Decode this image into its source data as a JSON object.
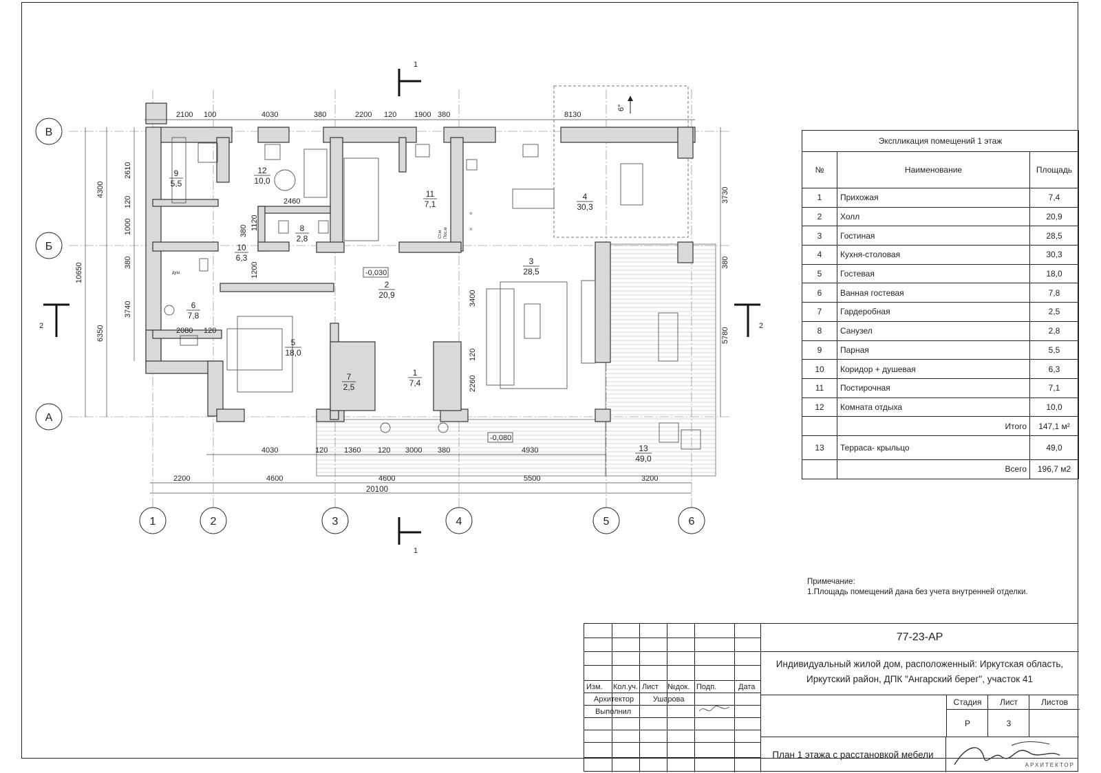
{
  "drawing": {
    "section_mark": "1",
    "section2_mark": "2",
    "level_marks": [
      "-0,030",
      "-0,080"
    ],
    "slope": "6°",
    "axes_rows": [
      "В",
      "Б",
      "А"
    ],
    "axes_cols": [
      "1",
      "2",
      "3",
      "4",
      "5",
      "6"
    ],
    "top_dims": [
      "2100",
      "100",
      "4030",
      "380",
      "2200",
      "120",
      "1900",
      "380",
      "8130"
    ],
    "bottom_dims_inner": [
      "4030",
      "120",
      "1360",
      "120",
      "3000",
      "380",
      "4930"
    ],
    "bottom_dims_axes": [
      "2200",
      "4600",
      "4600",
      "5500",
      "3200"
    ],
    "bottom_total": "20100",
    "left_dims_inner": [
      "2610",
      "120",
      "1000",
      "380",
      "3740"
    ],
    "left_dims_axes": [
      "4300",
      "6350"
    ],
    "left_total": "10650",
    "right_dims": [
      "3730",
      "380",
      "5780"
    ],
    "inner_dims": [
      "2460",
      "1120",
      "380",
      "1200",
      "2080",
      "120",
      "3400",
      "120",
      "2260"
    ],
    "rooms": [
      {
        "num": "1",
        "area": "7,4"
      },
      {
        "num": "2",
        "area": "20,9"
      },
      {
        "num": "3",
        "area": "28,5"
      },
      {
        "num": "4",
        "area": "30,3"
      },
      {
        "num": "5",
        "area": "18,0"
      },
      {
        "num": "6",
        "area": "7,8"
      },
      {
        "num": "7",
        "area": "2,5"
      },
      {
        "num": "8",
        "area": "2,8"
      },
      {
        "num": "9",
        "area": "5,5"
      },
      {
        "num": "10",
        "area": "6,3"
      },
      {
        "num": "11",
        "area": "7,1"
      },
      {
        "num": "12",
        "area": "10,0"
      },
      {
        "num": "13",
        "area": "49,0"
      }
    ],
    "fixture_labels": [
      "душ",
      "Ст.м",
      "Пос.м",
      "х",
      "х"
    ]
  },
  "explication": {
    "title": "Экспликация помещений  1 этаж",
    "headers": [
      "№",
      "Наименование",
      "Площадь"
    ],
    "rows": [
      {
        "n": "1",
        "name": "Прихожая",
        "area": "7,4"
      },
      {
        "n": "2",
        "name": "Холл",
        "area": "20,9"
      },
      {
        "n": "3",
        "name": "Гостиная",
        "area": "28,5"
      },
      {
        "n": "4",
        "name": "Кухня-столовая",
        "area": "30,3"
      },
      {
        "n": "5",
        "name": "Гостевая",
        "area": "18,0"
      },
      {
        "n": "6",
        "name": "Ванная гостевая",
        "area": "7,8"
      },
      {
        "n": "7",
        "name": "Гардеробная",
        "area": "2,5"
      },
      {
        "n": "8",
        "name": "Санузел",
        "area": "2,8"
      },
      {
        "n": "9",
        "name": "Парная",
        "area": "5,5"
      },
      {
        "n": "10",
        "name": "Коридор + душевая",
        "area": "6,3"
      },
      {
        "n": "11",
        "name": "Постирочная",
        "area": "7,1"
      },
      {
        "n": "12",
        "name": "Комната отдыха",
        "area": "10,0"
      }
    ],
    "total_label": "Итого",
    "total_value": "147,1 м²",
    "terrace": {
      "n": "13",
      "name": "Терраса- крыльцо",
      "area": "49,0"
    },
    "grand_label": "Всего",
    "grand_value": "196,7 м2"
  },
  "note": {
    "title": "Примечание:",
    "text": "1.Площадь помещений дана без учета внутренней отделки."
  },
  "stamp": {
    "code": "77-23-АР",
    "project": "Индивидуальный жилой дом, расположенный: Иркутская область, Иркутский район, ДПК \"Ангарский берег\", участок 41",
    "headers": [
      "Изм.",
      "Кол.уч.",
      "Лист",
      "№док.",
      "Подп.",
      "Дата"
    ],
    "role1": "Архитектор",
    "name1": "Ушарова",
    "role2": "Выполнил",
    "stage_label": "Стадия",
    "sheet_label": "Лист",
    "sheets_label": "Листов",
    "stage": "Р",
    "sheet": "3",
    "sheets": "",
    "sheet_name": "План 1 этажа с расстановкой мебели",
    "logo_sub": "АРХИТЕКТОР"
  }
}
